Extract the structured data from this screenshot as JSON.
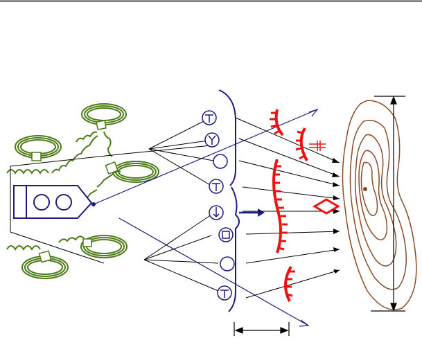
{
  "colors": {
    "background": "#ffffff",
    "ink": "#000000",
    "line_blue": "#1a1a80",
    "front_red": "#ee1111",
    "vegetation_green": "#4a7a12",
    "contour_brown": "#8a4a28"
  },
  "elements": {
    "command_post_icon": "rectangle-with-two-circles",
    "tree_clusters": 5,
    "unit_symbols": [
      "T",
      "Y",
      "circle",
      "T",
      "arrow",
      "box",
      "circle",
      "T"
    ],
    "red_barriers": 4,
    "diamond_marker": "red-diamond",
    "terrain_contours": 5
  }
}
